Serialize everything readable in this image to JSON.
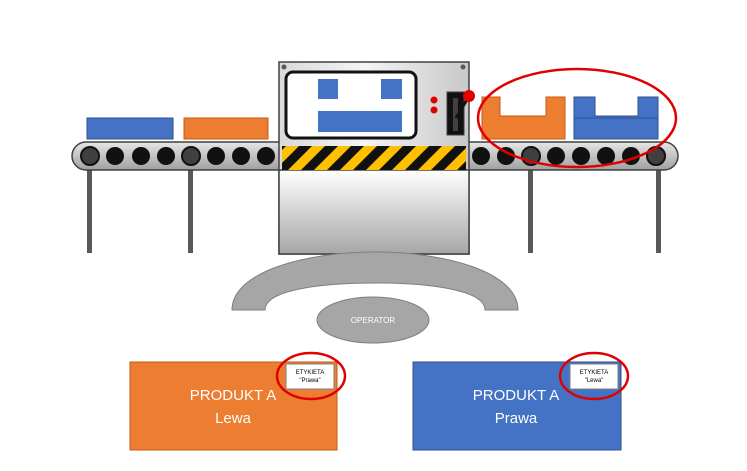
{
  "operator": {
    "label": "OPERATOR"
  },
  "products": [
    {
      "name": "PRODUKT A",
      "variant": "Lewa",
      "tag_title": "ETYKIETA",
      "tag_value": "\"Prawa\"",
      "color": "#ED7D31"
    },
    {
      "name": "PRODUKT A",
      "variant": "Prawa",
      "tag_title": "ETYKIETA",
      "tag_value": "\"Lewa\"",
      "color": "#4472C4"
    }
  ],
  "colors": {
    "orange": "#ED7D31",
    "blue": "#4472C4",
    "highlight": "#E00000",
    "hazard_yellow": "#FFC000",
    "belt": "#BFBFBF"
  }
}
